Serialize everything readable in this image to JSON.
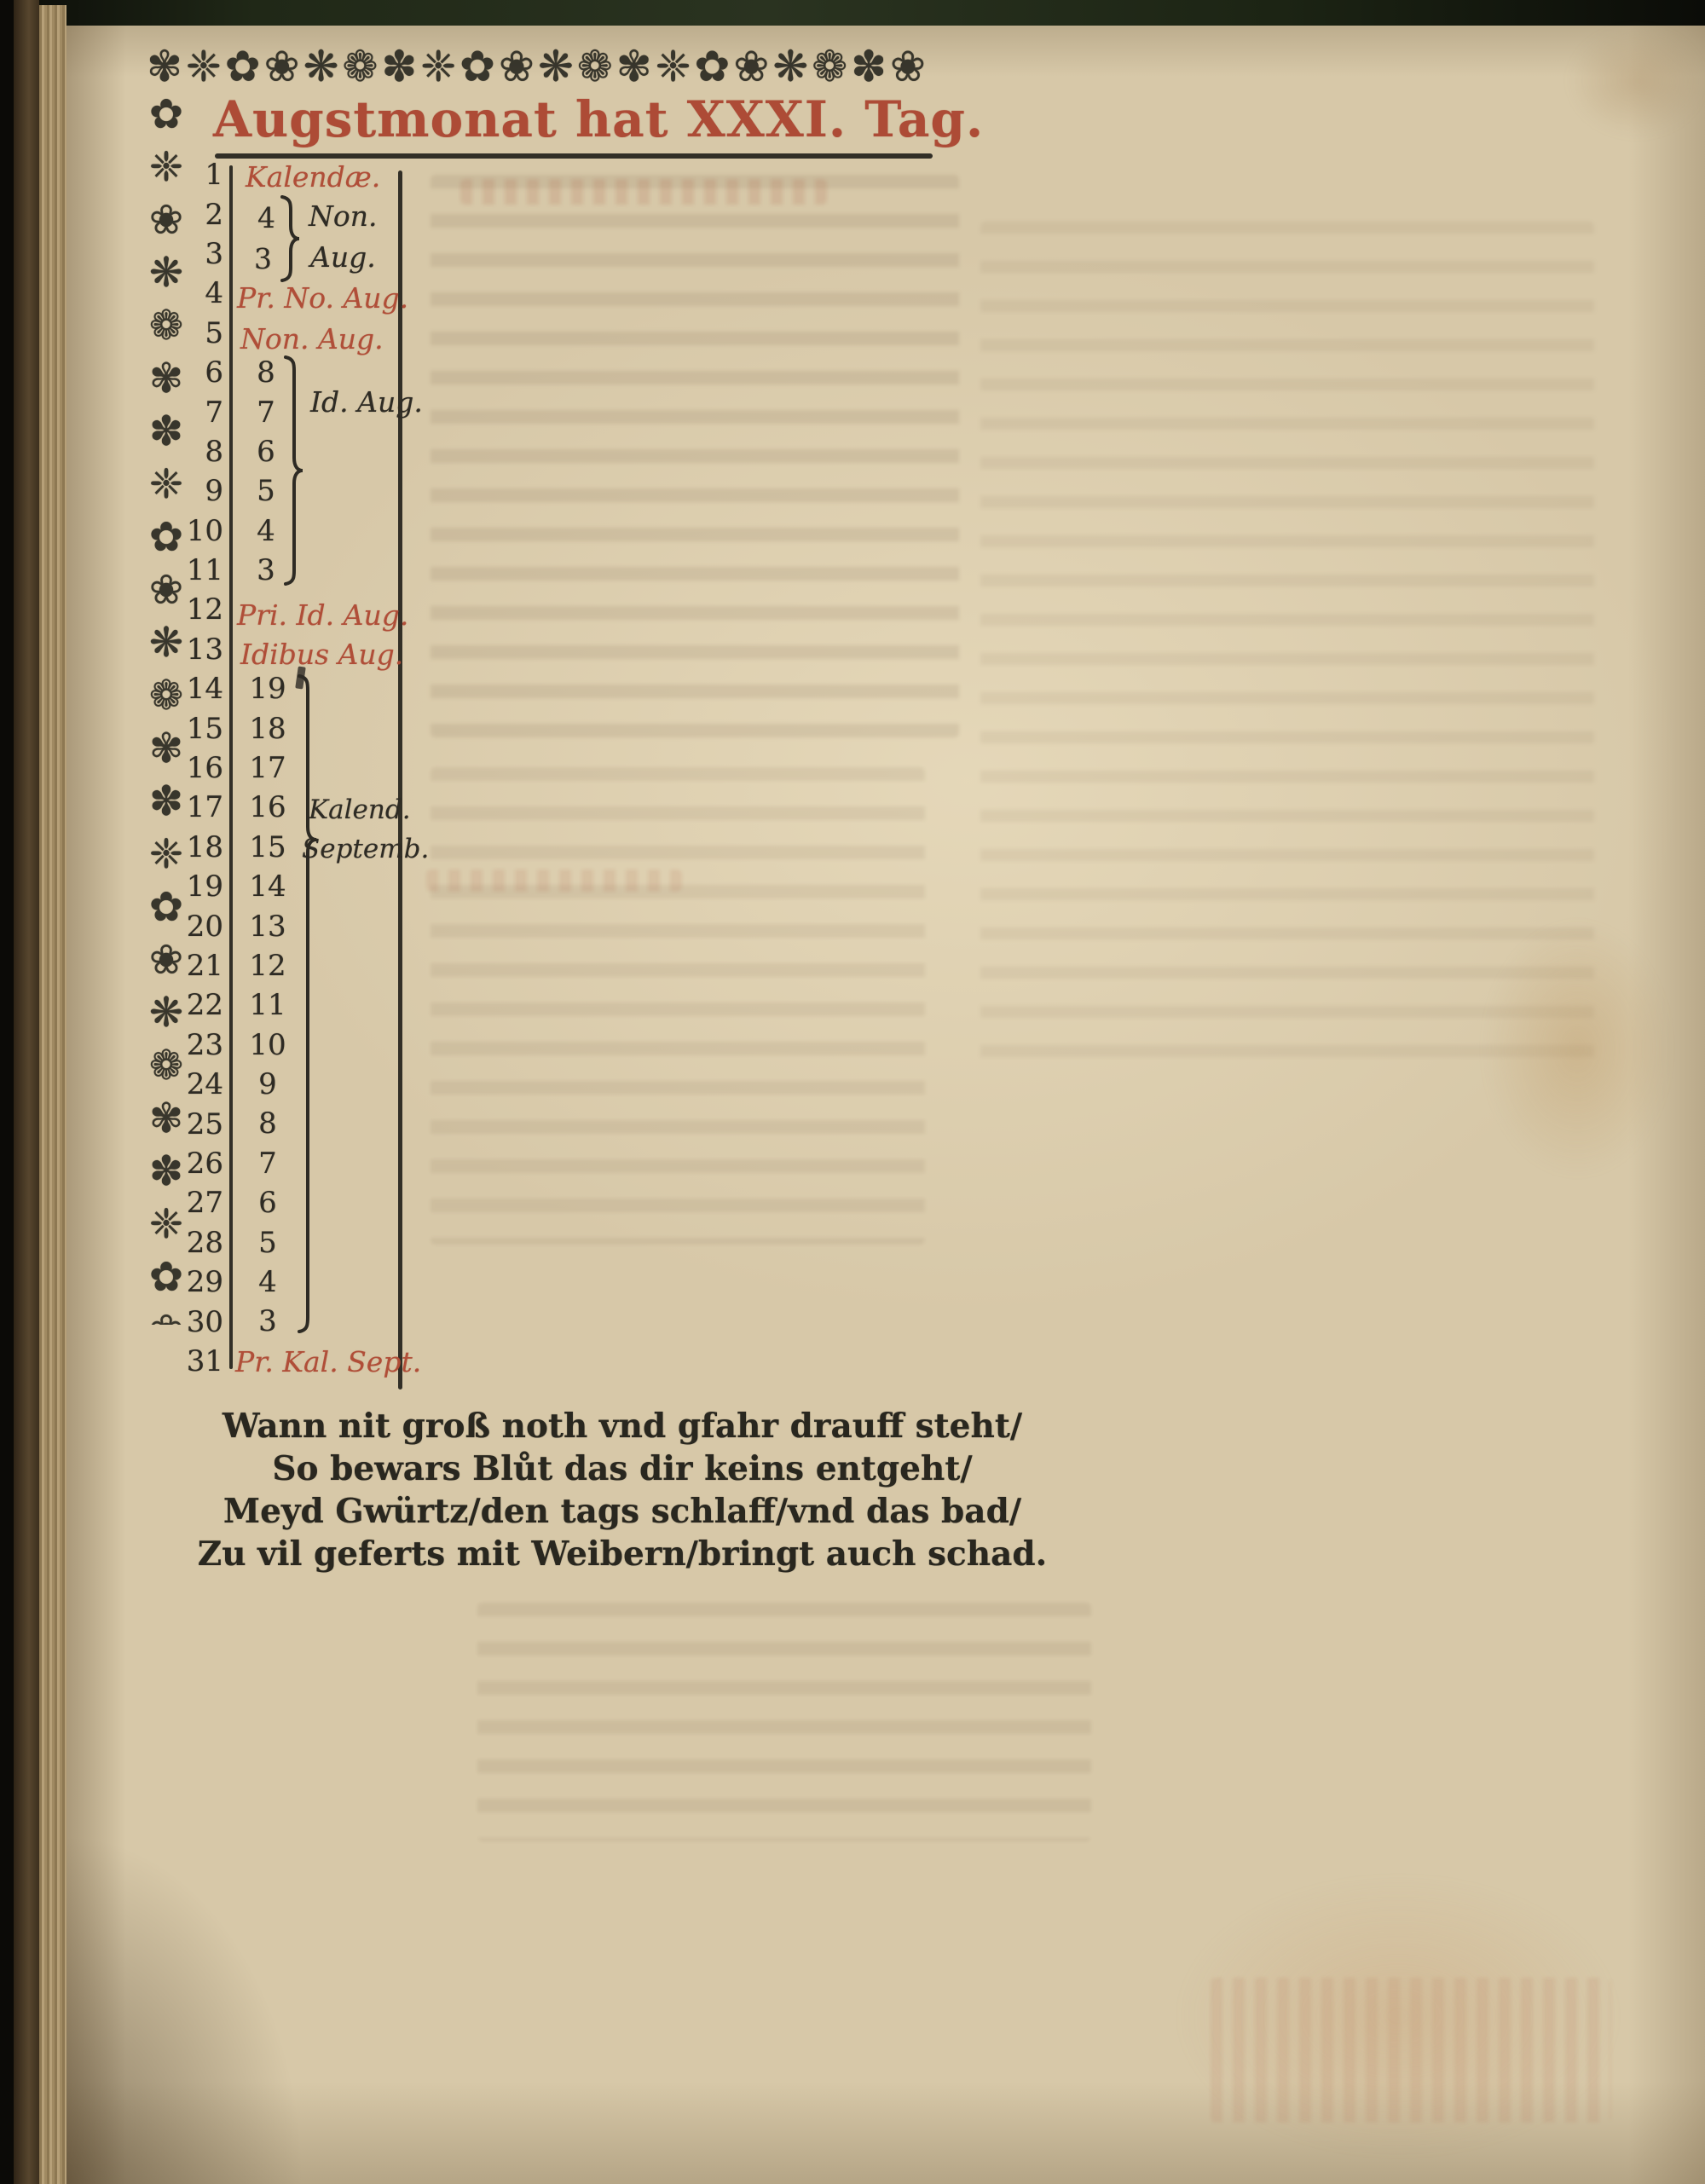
{
  "colors": {
    "paper": "#d7c8a8",
    "black_ink": "#2e2b24",
    "red_ink": "#b04e38"
  },
  "ornaments": {
    "top": "✾❈✿❀❋❁✽❈✿❀❋❁✾❈✿❀❋❁✽❀",
    "left": "✿❈❀❋❁✾✽❈✿❀❋❁✾✽❈✿❀❋❁✾✽❈✿❀❋❁✾✽"
  },
  "title": "Augstmonat hat XXXI. Tag.",
  "calendar": {
    "day_numbers": [
      "1",
      "2",
      "3",
      "4",
      "5",
      "6",
      "7",
      "8",
      "9",
      "10",
      "11",
      "12",
      "13",
      "14",
      "15",
      "16",
      "17",
      "18",
      "19",
      "20",
      "21",
      "22",
      "23",
      "24",
      "25",
      "26",
      "27",
      "28",
      "29",
      "30",
      "31"
    ],
    "kalendae_label": "Kalendæ.",
    "nonae_numbers": [
      "4",
      "3"
    ],
    "nonae_label_1": "Non.",
    "nonae_label_2": "Aug.",
    "pridie_nonas_label": "Pr. No. Aug.",
    "nonis_label": "Non. Aug.",
    "idus_numbers": [
      "8",
      "7",
      "6",
      "5",
      "4",
      "3"
    ],
    "idus_label": "Id. Aug.",
    "pridie_idus_label": "Pri. Id. Aug.",
    "idibus_label": "Idibus Aug.",
    "kalendas_numbers": [
      "19",
      "18",
      "17",
      "16",
      "15",
      "14",
      "13",
      "12",
      "11",
      "10",
      "9",
      "8",
      "7",
      "6",
      "5",
      "4",
      "3"
    ],
    "kalendas_label_1": "Kalend.",
    "kalendas_label_2": "Septemb.",
    "pridie_kalendas_label": "Pr. Kal. Sept."
  },
  "verse": {
    "lines": [
      "Wann nit groß noth vnd gfahr drauff steht/",
      "So bewars Blůt das dir keins entgeht/",
      "Meyd Gwürtz/den tags schlaff/vnd das bad/",
      "Zu vil geferts mit Weibern/bringt auch schad."
    ]
  }
}
